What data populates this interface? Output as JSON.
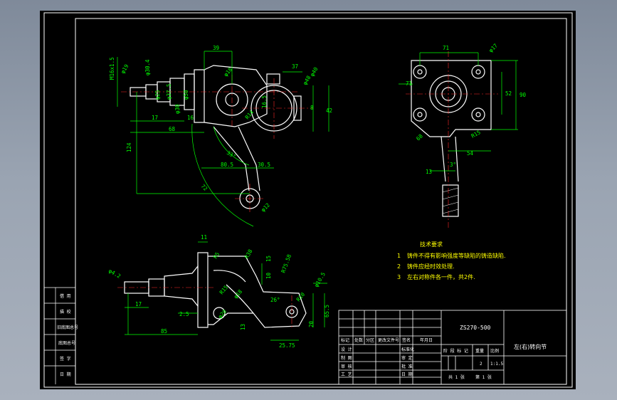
{
  "colors": {
    "background": "#000000",
    "border": "#ffffff",
    "geometry": "#ffffff",
    "dimension": "#00ff00",
    "centerline": "#ff2a2a",
    "note_text": "#ffff00",
    "title_text": "#ffffff"
  },
  "drawing": {
    "number": "ZS270-500",
    "part_name": "左(右)转向节",
    "scale": "1:1.5",
    "quantity": "2",
    "sheet_info": {
      "total_label": "共 1 张",
      "sheet_label": "第 1 张"
    }
  },
  "tech_requirements": {
    "title": "技术要求",
    "items": [
      {
        "num": "1",
        "text": "铸件不得有影响强度等缺陷的铸造缺陷."
      },
      {
        "num": "2",
        "text": "铸件应经时效处理."
      },
      {
        "num": "3",
        "text": "左右对称件各一件，共2件."
      }
    ]
  },
  "left_strip": {
    "labels": [
      "借  用",
      "描  校",
      "旧底图总号",
      "底图总号",
      "签  字",
      "日  期"
    ]
  },
  "title_block": {
    "header_row": [
      "标记",
      "处数",
      "分区",
      "更改文件号",
      "签名",
      "年月日"
    ],
    "standard_label": "标准化",
    "rows": [
      {
        "a": "设 计",
        "b": "",
        "c": "标准化"
      },
      {
        "a": "制 图",
        "b": "",
        "c": "审 定"
      },
      {
        "a": "审 核",
        "b": "",
        "c": "批 准"
      },
      {
        "a": "工 艺",
        "b": "",
        "c": "日 期"
      }
    ],
    "stage_headers": [
      "阶 段 标 记",
      "重量",
      "比例"
    ]
  },
  "dimensions": {
    "front_view": [
      "39",
      "M16x1.5",
      "φ19",
      "φ25",
      "φ30.4",
      "φ37.5",
      "φ50",
      "φ30",
      "17",
      "16",
      "68",
      "R14",
      "φ18",
      "37",
      "φ40",
      "φ48",
      "8",
      "42",
      "16.5",
      "33°",
      "124",
      "80.5",
      "30.5",
      "72",
      "φ12"
    ],
    "side_view": [
      "71",
      "φ17",
      "71",
      "52",
      "90",
      "R15",
      "54",
      "68",
      "3°",
      "13"
    ],
    "bottom_view": [
      "11",
      "R5",
      "R38",
      "φ4.2",
      "15",
      "10",
      "R75.58",
      "R15",
      "φ18",
      "φ20",
      "17",
      "2.5",
      "26°",
      "φ10.5",
      "85",
      "13",
      "R10",
      "65.5",
      "20",
      "25.75"
    ]
  }
}
